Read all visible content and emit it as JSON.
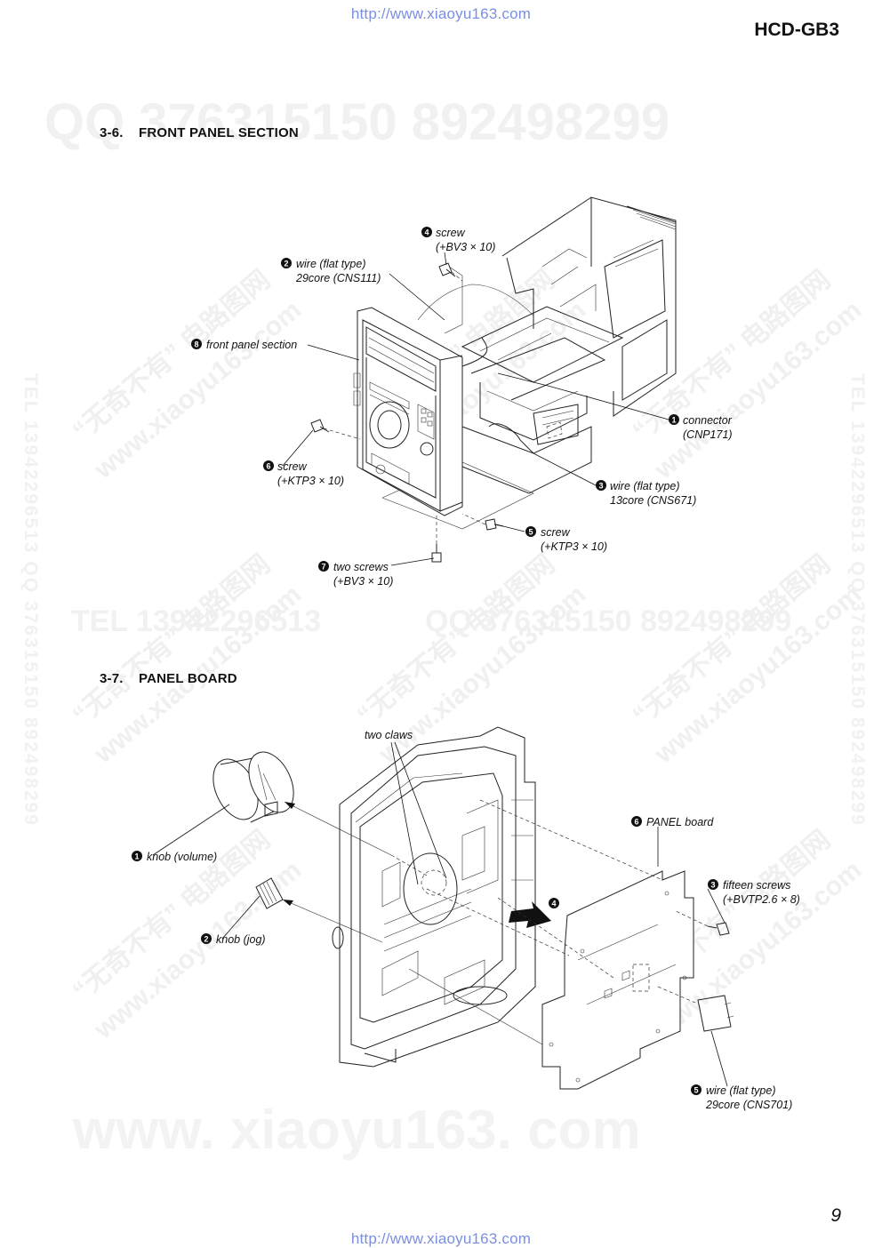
{
  "header": {
    "url_top": "http://www.xiaoyu163.com",
    "model": "HCD-GB3"
  },
  "footer": {
    "url_bottom": "http://www.xiaoyu163.com",
    "page_number": "9"
  },
  "watermarks": {
    "qq_line": "QQ 376315150   892498299",
    "tel_line": "TEL 13942296513   QQ 376315150   892498299",
    "tel_line_short": "TEL 13942296513",
    "qq_mid": "QQ 376315150   892498299",
    "site_big": "www. xiaoyu163. com",
    "diag_1": "“无奇不有” 电路图网",
    "diag_2": "www.xiaoyu163.com",
    "vertical": "TEL 13942296513  QQ 376315150  892498299"
  },
  "sections": [
    {
      "number": "3-6.",
      "title": "FRONT PANEL SECTION",
      "callouts": [
        {
          "badge": "4",
          "line1": "screw",
          "line2": "(+BV3 × 10)"
        },
        {
          "badge": "2",
          "line1": "wire (flat type)",
          "line2": "29core (CNS111)"
        },
        {
          "badge": "8",
          "line1": "front panel section",
          "line2": ""
        },
        {
          "badge": "1",
          "line1": "connector",
          "line2": "(CNP171)"
        },
        {
          "badge": "6",
          "line1": "screw",
          "line2": "(+KTP3 × 10)"
        },
        {
          "badge": "3",
          "line1": "wire (flat type)",
          "line2": "13core (CNS671)"
        },
        {
          "badge": "5",
          "line1": "screw",
          "line2": "(+KTP3 × 10)"
        },
        {
          "badge": "7",
          "line1": "two screws",
          "line2": "(+BV3 × 10)"
        }
      ]
    },
    {
      "number": "3-7.",
      "title": "PANEL BOARD",
      "callouts": [
        {
          "badge": "",
          "line1": "two claws",
          "line2": ""
        },
        {
          "badge": "6",
          "line1": "PANEL board",
          "line2": ""
        },
        {
          "badge": "1",
          "line1": "knob (volume)",
          "line2": ""
        },
        {
          "badge": "3",
          "line1": "fifteen screws",
          "line2": "(+BVTP2.6 × 8)"
        },
        {
          "badge": "4",
          "line1": "",
          "line2": ""
        },
        {
          "badge": "2",
          "line1": "knob (jog)",
          "line2": ""
        },
        {
          "badge": "5",
          "line1": "wire (flat type)",
          "line2": "29core (CNS701)"
        }
      ]
    }
  ]
}
